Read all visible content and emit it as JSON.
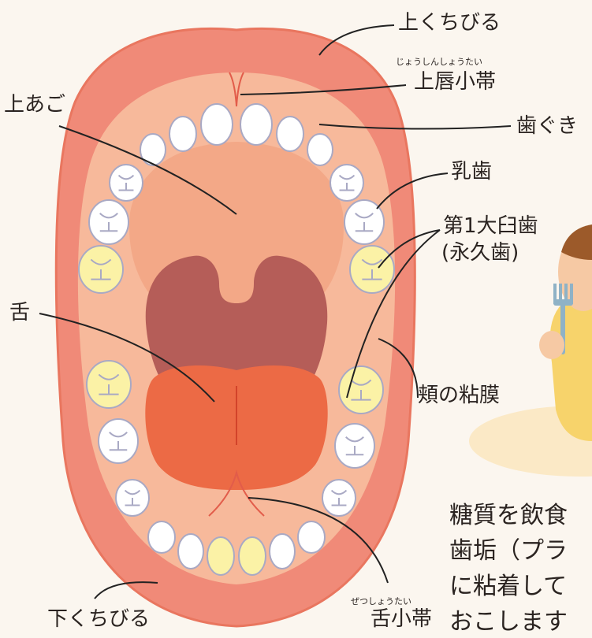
{
  "labels": {
    "upper_lip": "上くちびる",
    "upper_frenum_ruby": "じょうしんしょうたい",
    "upper_frenum": "上唇小帯",
    "upper_palate": "上あご",
    "gums": "歯ぐき",
    "baby_teeth": "乳歯",
    "first_molar_line1": "第1大臼歯",
    "first_molar_line2": "(永久歯)",
    "tongue": "舌",
    "cheek_mucosa": "頬の粘膜",
    "lingual_frenum_ruby": "ぜつしょうたい",
    "lingual_frenum": "舌小帯",
    "lower_lip": "下くちびる"
  },
  "text": {
    "line1": "糖質を飲食",
    "line2": "歯垢（プラ",
    "line3": "に粘着して",
    "line4": "おこします"
  },
  "colors": {
    "lip": "#f08a78",
    "lip_edge": "#e9765f",
    "mouth": "#f7b99b",
    "palate": "#f3a887",
    "throat": "#b55d58",
    "tongue": "#ec6a45",
    "tooth": "#ffffff",
    "tooth_outline": "#a9a9c4",
    "molar": "#fbf2a6",
    "leader": "#222222"
  }
}
